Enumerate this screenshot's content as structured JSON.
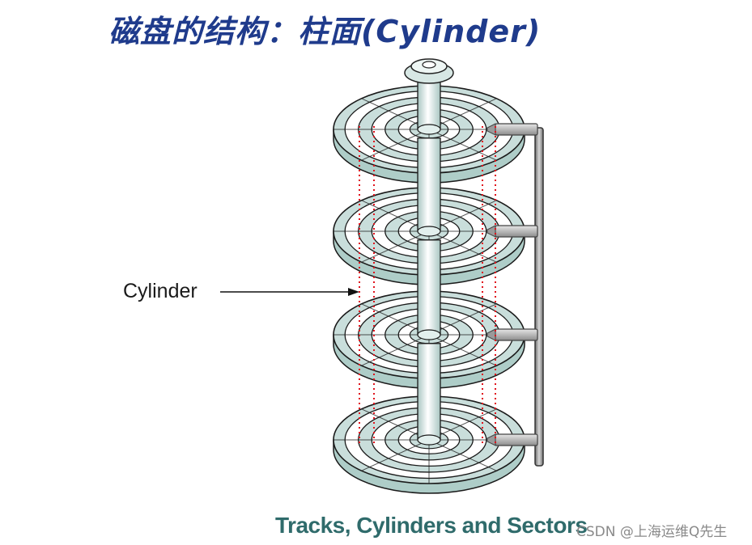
{
  "title": "磁盘的结构：柱面(Cylinder)",
  "diagram": {
    "cylinder_label": "Cylinder",
    "caption": "Tracks, Cylinders and Sectors",
    "platter_count": 4,
    "colors": {
      "platter_fill": "#c9dedb",
      "platter_outline": "#1a1a1a",
      "spindle": "#cfe3e0",
      "arm": "#9a9a9a",
      "cylinder_line": "#e0141e",
      "title": "#1f3b8c",
      "caption": "#2f6b6b"
    }
  },
  "watermark": "CSDN @上海运维Q先生"
}
